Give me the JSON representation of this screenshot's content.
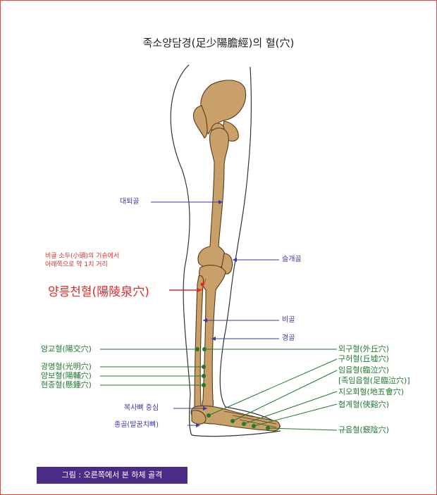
{
  "title": "족소양담경(足少陽膽經)의 혈(穴)",
  "labels": {
    "femur": "대퇴골",
    "patella": "슬개골",
    "fibula": "비골",
    "tibia": "경골",
    "navicular": "복사뼈 중심",
    "metatarsal": "종골(발꿈치뼈)"
  },
  "note": {
    "line1": "비골 소두(小頭)의 기슭에서",
    "line2": "아래쪽으로 약 1치 거리"
  },
  "main_point": "양릉천혈(陽陵泉穴)",
  "points_left": [
    "양교혈(陽交穴)",
    "광명혈(光明穴)",
    "양보혈(陽輔穴)",
    "현종혈(懸鍾穴)"
  ],
  "points_right": [
    "외구혈(外丘穴)",
    "구허혈(丘墟穴)",
    "임읍혈(臨泣穴)",
    "[족임읍혈(足臨泣穴)]",
    "지오회혈(地五會穴)",
    "협계혈(俠谿穴)",
    "규음혈(竅陰穴)"
  ],
  "caption": "그림 : 오른쪽에서 본 하체 골격",
  "colors": {
    "bone": "#c9a06a",
    "point": "#1f7a2f",
    "blue_line": "#3a3aa0",
    "red": "#e02a2a",
    "caption_bg": "#4b2b86"
  }
}
